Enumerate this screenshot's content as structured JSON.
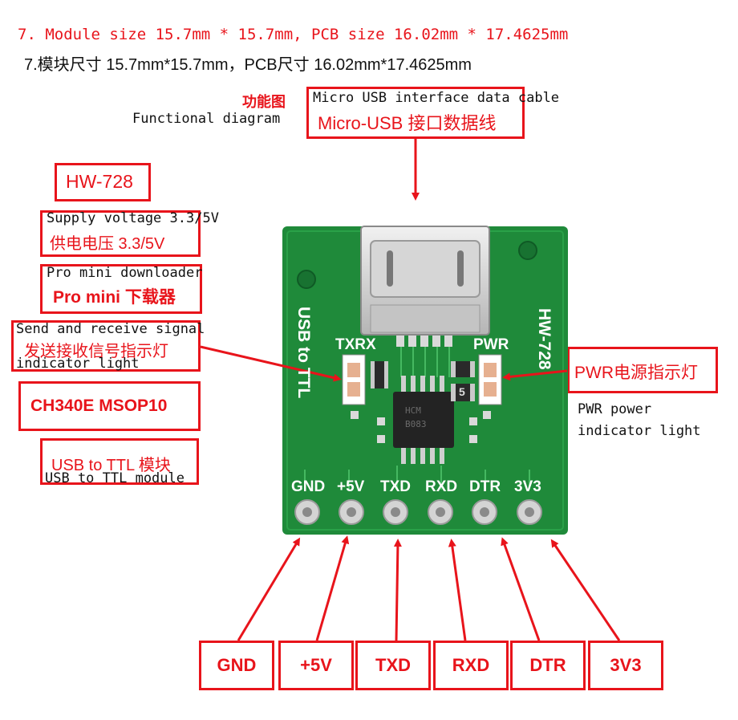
{
  "header": {
    "line_en": "7. Module size 15.7mm * 15.7mm, PCB size 16.02mm * 17.4625mm",
    "line_cn": "7.模块尺寸 15.7mm*15.7mm，PCB尺寸 16.02mm*17.4625mm"
  },
  "top_labels": {
    "functional_cn": "功能图",
    "functional_en": "Functional diagram",
    "usb_en": "Micro USB interface data cable",
    "usb_cn": "Micro-USB 接口数据线"
  },
  "left_labels": {
    "model": "HW-728",
    "supply_en": "Supply voltage 3.3/5V",
    "supply_cn": "供电电压 3.3/5V",
    "promini_en": "Pro mini downloader",
    "promini_cn": "Pro mini 下载器",
    "signal_en": "Send and receive signal",
    "signal_cn": "发送接收信号指示灯",
    "signal_en2": "indicator light",
    "chip": "CH340E MSOP10",
    "module_cn": "USB to TTL 模块",
    "module_en": "USB to TTL module"
  },
  "right_labels": {
    "pwr_cn": "PWR电源指示灯",
    "pwr_en1": "PWR power",
    "pwr_en2": "indicator light"
  },
  "board": {
    "side_left": "USB to TTL",
    "side_right": "HW-728",
    "txrx": "TXRX",
    "pwr": "PWR",
    "chip_mark_1": "HCM",
    "chip_mark_2": "B083",
    "resistor_mark": "5",
    "pins": [
      "GND",
      "+5V",
      "TXD",
      "RXD",
      "DTR",
      "3V3"
    ]
  },
  "bottom_pins": [
    "GND",
    "+5V",
    "TXD",
    "RXD",
    "DTR",
    "3V3"
  ],
  "colors": {
    "accent": "#e8141b",
    "pcb": "#1f8a3a",
    "silkscreen": "#ffffff"
  }
}
